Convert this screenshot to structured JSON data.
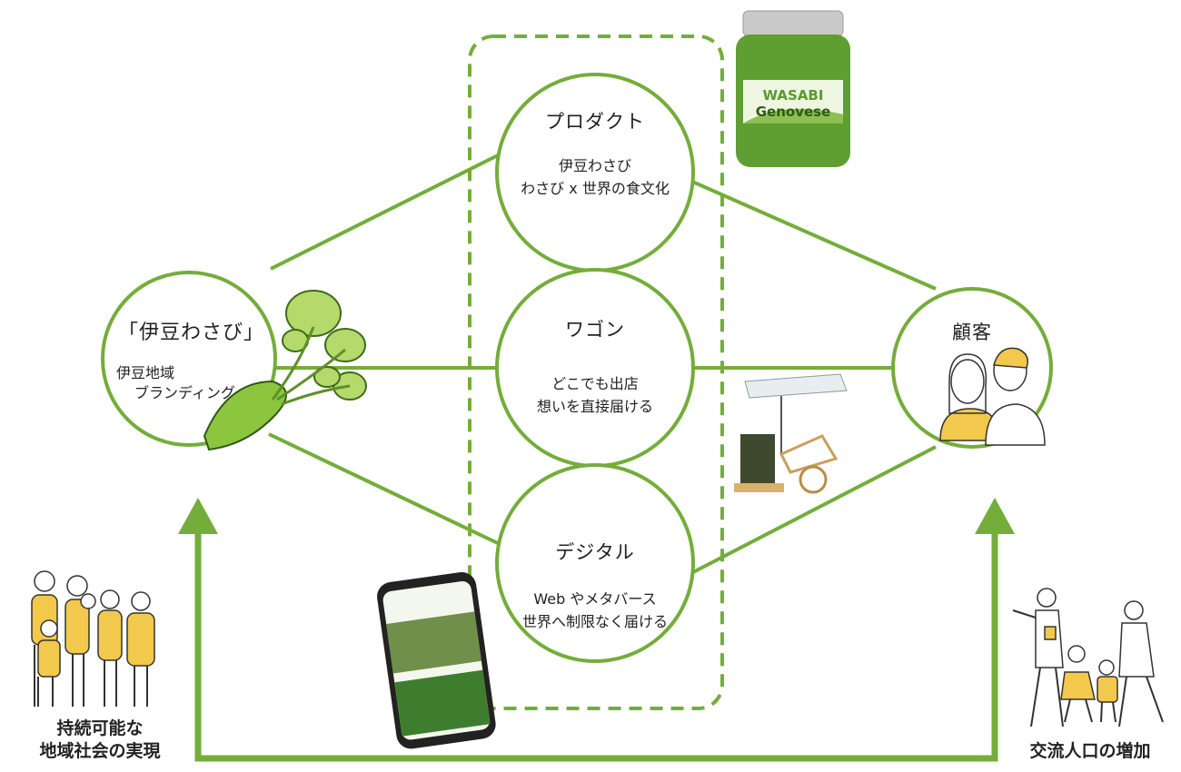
{
  "colors": {
    "green": "#74ad3a",
    "yellow": "#f2c94c"
  },
  "brand": {
    "title": "「伊豆わさび」",
    "sub1": "伊豆地域",
    "sub2": "ブランディング"
  },
  "product": {
    "title": "プロダクト",
    "line1": "伊豆わさび",
    "line2": "わさび x 世界の食文化"
  },
  "wagon": {
    "title": "ワゴン",
    "line1": "どこでも出店",
    "line2": "想いを直接届ける"
  },
  "digital": {
    "title": "デジタル",
    "line1": "Web やメタバース",
    "line2": "世界へ制限なく届ける"
  },
  "customer": {
    "title": "顧客"
  },
  "jar": {
    "line1": "WASABI",
    "line2": "Genovese"
  },
  "footer_left": {
    "line1": "持続可能な",
    "line2": "地域社会の実現"
  },
  "footer_right": {
    "label": "交流人口の増加"
  }
}
